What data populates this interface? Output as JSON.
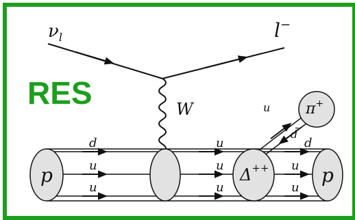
{
  "title": "RES",
  "colors": {
    "border": "#1e9e1e",
    "title": "#1e9e1e",
    "lines": "#111111",
    "blob_fill": "#e2e2e2"
  },
  "labels": {
    "incoming_lepton": "ν",
    "incoming_lepton_sub": "l",
    "outgoing_lepton": "l",
    "outgoing_lepton_sup": "−",
    "boson": "W",
    "proton_in": "p",
    "proton_out": "p",
    "delta": "Δ",
    "delta_sup": "++",
    "pion": "π",
    "pion_sup": "+",
    "quark_top_left": "d",
    "quark_mid_left": "u",
    "quark_bot_left": "u",
    "quark_top_mid": "u",
    "quark_mid_mid": "u",
    "quark_bot_mid": "u",
    "quark_top_right": "d",
    "quark_mid_right": "u",
    "quark_bot_right": "u",
    "pion_quark": "u",
    "pion_antiquark": "d̄"
  }
}
